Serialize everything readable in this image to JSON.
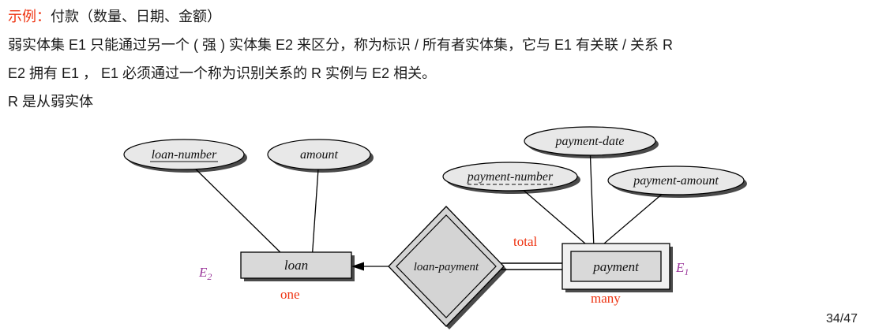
{
  "colors": {
    "red": "#ee3311",
    "purple": "#993399",
    "ellipse_fill": "#e8e8e8",
    "diamond_fill": "#d4d4d4",
    "entity_fill": "#d9d9d9",
    "outer_fill": "#f0f0f0",
    "shadow": "#4a4a4a"
  },
  "slide": {
    "example_label": "示例：",
    "example_text": "付款（数量、日期、金额）",
    "para_weak": "弱实体集 E1 只能通过另一个 ( 强 ) 实体集 E2 来区分，称为标识 / 所有者实体集，它与 E1 有关联 / 关系 R",
    "para_owner": "E2 拥有 E1 ， E1 必须通过一个称为识别关系的 R 实例与 E2 相关。",
    "para_r": "R 是从弱实体",
    "page_number": "34/47"
  },
  "diagram": {
    "attributes": {
      "loan_number": "loan-number",
      "amount": "amount",
      "payment_date": "payment-date",
      "payment_number": "payment-number",
      "payment_amount": "payment-amount"
    },
    "entities": {
      "loan": "loan",
      "payment": "payment"
    },
    "relationship": "loan-payment",
    "labels": {
      "e_letter": "E",
      "e1_sub": "1",
      "e2_sub": "2",
      "one": "one",
      "total": "total",
      "many": "many"
    }
  }
}
